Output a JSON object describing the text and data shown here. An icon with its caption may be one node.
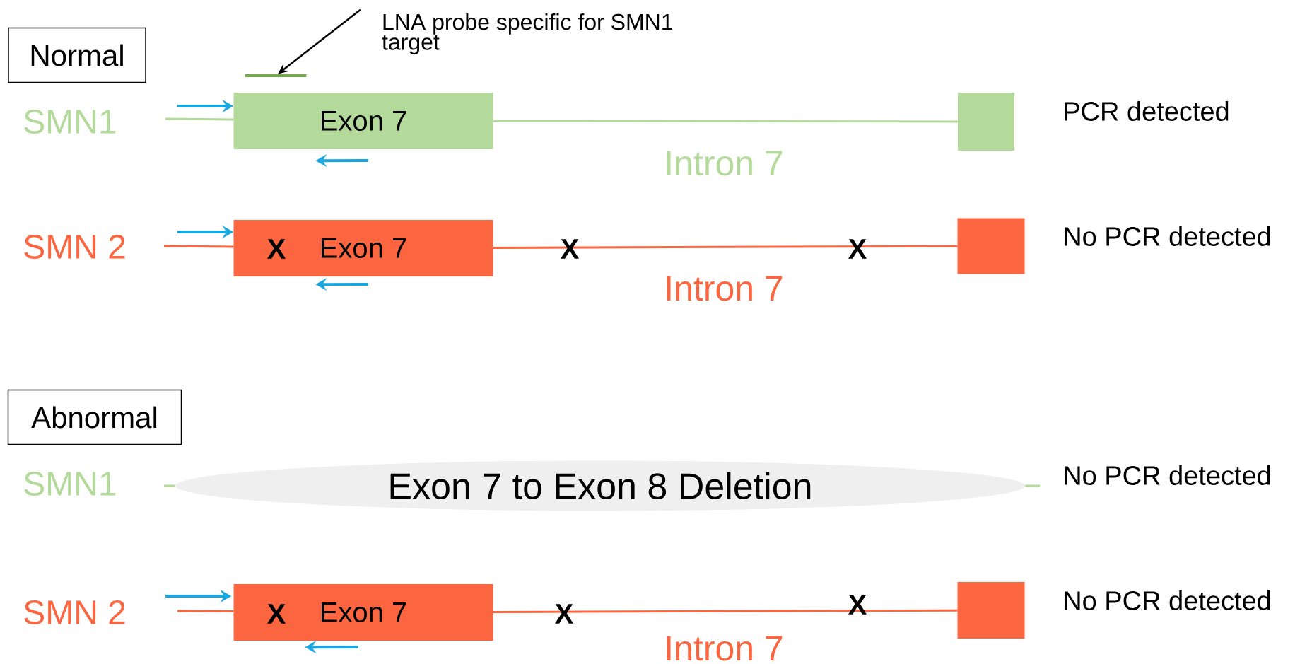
{
  "diagram": {
    "nodes": [
      {
        "text": [
          "Normal"
        ]
      },
      {
        "text": [
          "Exon 7"
        ]
      },
      {
        "text": [],
        "shape": "box"
      },
      {
        "text": [
          "Exon 7"
        ]
      },
      {
        "text": [],
        "shape": "box"
      },
      {
        "text": [
          "Abnormal"
        ]
      },
      {
        "text": [
          "Exon 7 to Exon 8 Deletion"
        ]
      },
      {
        "text": [
          "Exon 7"
        ]
      },
      {
        "text": [],
        "shape": "box"
      },
      {
        "text": [
          "LNA probe specific for SMN1 target"
        ]
      },
      {
        "text": [],
        "shape": "bar"
      }
    ],
    "edges": [
      {
        "from": null,
        "to": 1,
        "arrow": "none",
        "color": "#b3d99b"
      },
      {
        "from": 1,
        "to": 2,
        "arrow": "none",
        "label": "Intron 7",
        "color": "#b3d99b"
      },
      {
        "from": null,
        "to": 3,
        "arrow": "none",
        "color": "#fb653f"
      },
      {
        "from": 3,
        "to": 4,
        "arrow": "none",
        "label": "Intron 7",
        "color": "#fb653f"
      },
      {
        "from": null,
        "to": 6,
        "arrow": "none",
        "color": "#b3d99b"
      },
      {
        "from": 6,
        "to": null,
        "arrow": "none",
        "color": "#b3d99b"
      },
      {
        "from": null,
        "to": 7,
        "arrow": "none",
        "color": "#fb653f"
      },
      {
        "from": 7,
        "to": 8,
        "arrow": "none",
        "label": "Intron 7",
        "color": "#fb653f"
      },
      {
        "from": 9,
        "to": 10,
        "arrow": "to",
        "color": "#000000"
      },
      {
        "from": null,
        "to": 1,
        "arrow": "to",
        "color": "#1aa7e0"
      },
      {
        "from": null,
        "to": 1,
        "arrow": "to",
        "color": "#1aa7e0"
      },
      {
        "from": null,
        "to": 3,
        "arrow": "to",
        "color": "#1aa7e0"
      },
      {
        "from": null,
        "to": 3,
        "arrow": "to",
        "color": "#1aa7e0"
      },
      {
        "from": null,
        "to": 7,
        "arrow": "to",
        "color": "#1aa7e0"
      },
      {
        "from": null,
        "to": 7,
        "arrow": "to",
        "color": "#1aa7e0"
      }
    ],
    "labels": [
      "SMN1",
      "PCR detected",
      "SMN 2",
      "X",
      "X",
      "X",
      "No PCR detected",
      "SMN1",
      "No PCR detected",
      "SMN 2",
      "X",
      "X",
      "X",
      "No PCR detected"
    ]
  }
}
